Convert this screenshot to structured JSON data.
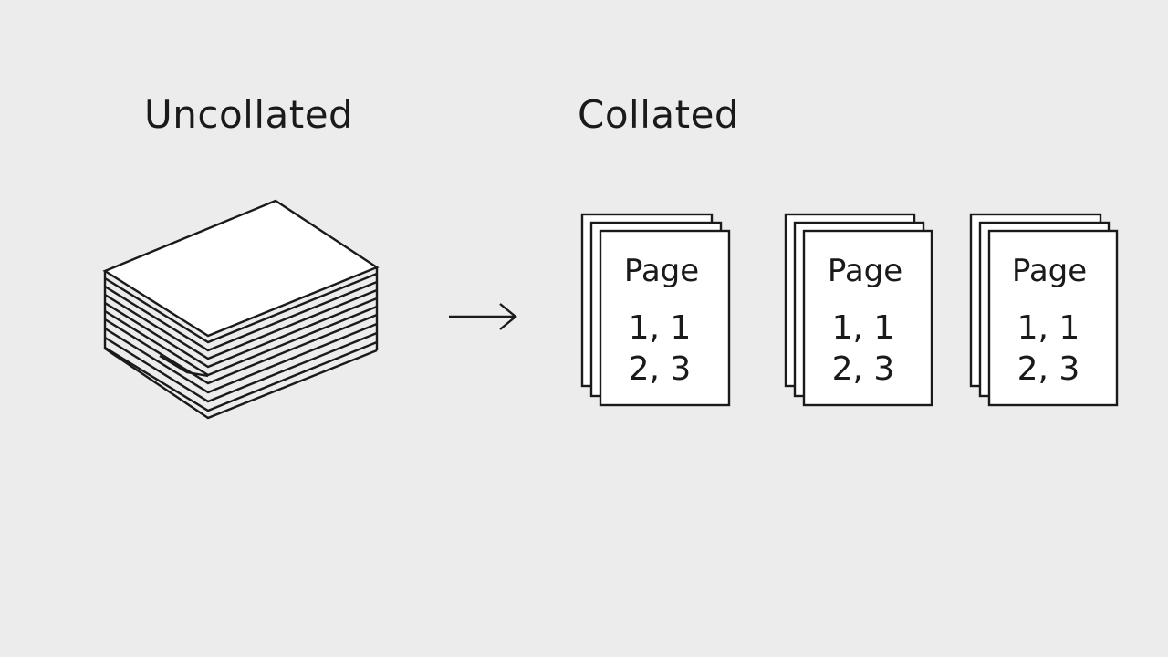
{
  "headings": {
    "left": "Uncollated",
    "right": "Collated"
  },
  "arrow_icon": "right-arrow-icon",
  "collated_sets": [
    {
      "title": "Page",
      "line1": "1, 1",
      "line2": "2, 3"
    },
    {
      "title": "Page",
      "line1": "1, 1",
      "line2": "2, 3"
    },
    {
      "title": "Page",
      "line1": "1, 1",
      "line2": "2, 3"
    }
  ],
  "colors": {
    "background": "#ececec",
    "ink": "#1a1a1a",
    "paper": "#ffffff"
  }
}
